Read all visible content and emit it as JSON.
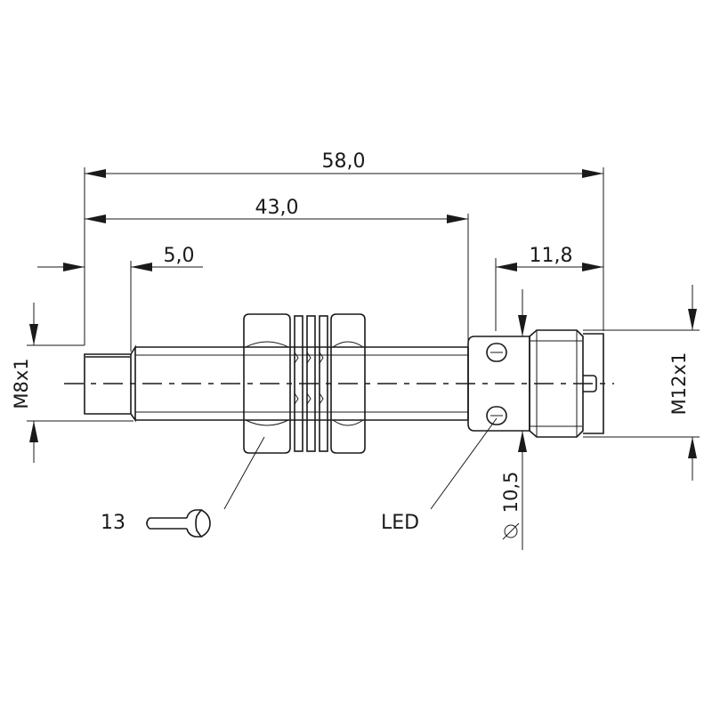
{
  "dimensions": {
    "overall_length": "58,0",
    "housing_length": "43,0",
    "tip_length": "5,0",
    "connector_length": "11,8",
    "tip_thread": "M8x1",
    "connector_thread": "M12x1",
    "led_ring_diameter": "10,5"
  },
  "callouts": {
    "wrench_size": "13",
    "led": "LED"
  },
  "icons": {
    "wrench": "wrench-icon",
    "diameter": "diameter-symbol"
  }
}
